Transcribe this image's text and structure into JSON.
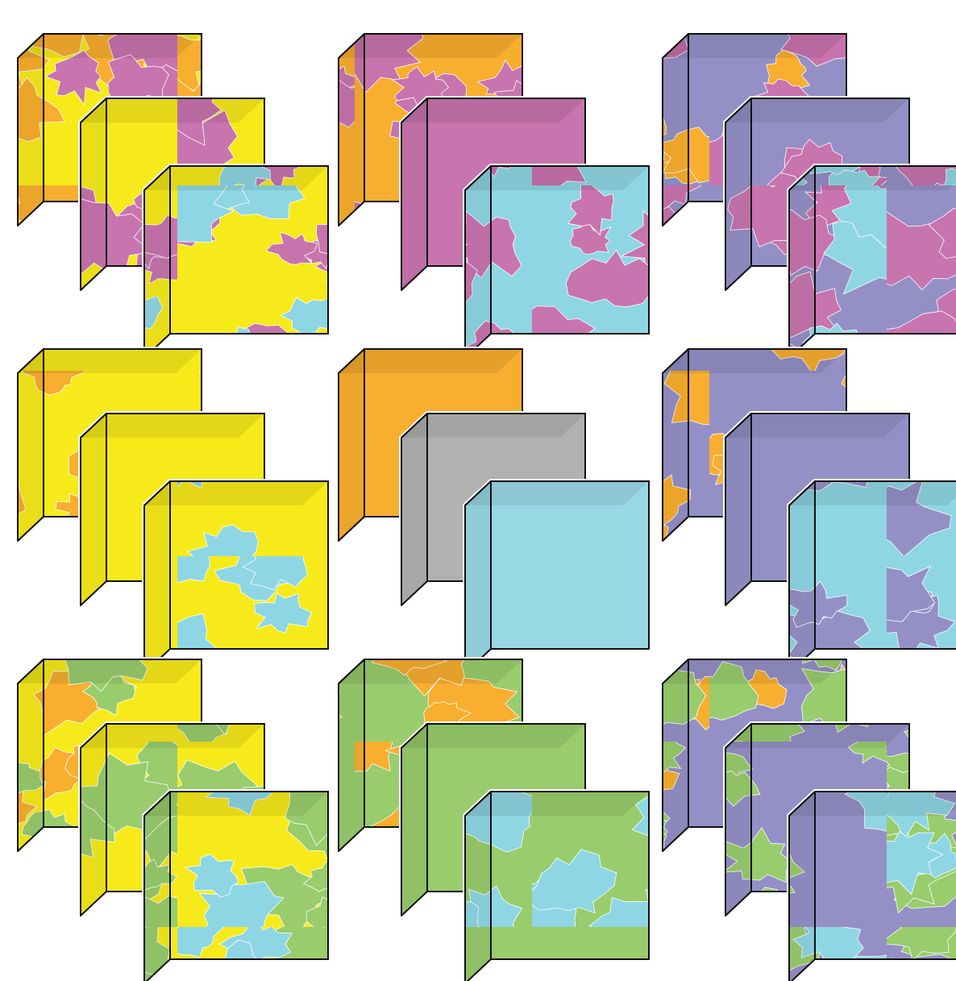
{
  "colors": {
    "yellow": "#F7EA1A",
    "orange": "#F8AE2E",
    "magenta": "#C874AE",
    "cyan": "#8ED6E3",
    "gray": "#B1B1B1",
    "purple": "#9490C6",
    "green": "#98CC6C",
    "cyan_solid": "#98D8E5",
    "outline": "#111111"
  },
  "groups": [
    {
      "name": "yellow-orange-magenta-cyan-group",
      "row": 0,
      "col": 0,
      "cubes": [
        {
          "pattern": true,
          "colors": [
            "yellow",
            "orange",
            "magenta"
          ]
        },
        {
          "pattern": true,
          "colors": [
            "yellow",
            "magenta"
          ]
        },
        {
          "pattern": true,
          "colors": [
            "yellow",
            "magenta",
            "cyan"
          ]
        }
      ]
    },
    {
      "name": "magenta-orange-cyan-group",
      "row": 0,
      "col": 1,
      "cubes": [
        {
          "pattern": true,
          "colors": [
            "orange",
            "magenta"
          ]
        },
        {
          "pattern": false,
          "colors": [
            "magenta"
          ]
        },
        {
          "pattern": true,
          "colors": [
            "cyan",
            "magenta"
          ]
        }
      ]
    },
    {
      "name": "purple-magenta-orange-cyan-group",
      "row": 0,
      "col": 2,
      "cubes": [
        {
          "pattern": true,
          "colors": [
            "purple",
            "orange",
            "magenta"
          ]
        },
        {
          "pattern": true,
          "colors": [
            "purple",
            "magenta"
          ]
        },
        {
          "pattern": true,
          "colors": [
            "purple",
            "magenta",
            "cyan"
          ]
        }
      ]
    },
    {
      "name": "yellow-orange-cyan-group",
      "row": 1,
      "col": 0,
      "cubes": [
        {
          "pattern": true,
          "colors": [
            "yellow",
            "orange"
          ]
        },
        {
          "pattern": false,
          "colors": [
            "yellow"
          ]
        },
        {
          "pattern": true,
          "colors": [
            "yellow",
            "cyan"
          ]
        }
      ]
    },
    {
      "name": "solid-orange-gray-cyan-group",
      "row": 1,
      "col": 1,
      "cubes": [
        {
          "pattern": false,
          "colors": [
            "orange"
          ]
        },
        {
          "pattern": false,
          "colors": [
            "gray"
          ]
        },
        {
          "pattern": false,
          "colors": [
            "cyan_solid"
          ]
        }
      ]
    },
    {
      "name": "purple-orange-cyan-group",
      "row": 1,
      "col": 2,
      "cubes": [
        {
          "pattern": true,
          "colors": [
            "purple",
            "orange"
          ]
        },
        {
          "pattern": false,
          "colors": [
            "purple"
          ]
        },
        {
          "pattern": true,
          "colors": [
            "cyan",
            "purple"
          ]
        }
      ]
    },
    {
      "name": "yellow-green-orange-cyan-group",
      "row": 2,
      "col": 0,
      "cubes": [
        {
          "pattern": true,
          "colors": [
            "yellow",
            "orange",
            "green"
          ]
        },
        {
          "pattern": true,
          "colors": [
            "yellow",
            "green"
          ]
        },
        {
          "pattern": true,
          "colors": [
            "yellow",
            "green",
            "cyan"
          ]
        }
      ]
    },
    {
      "name": "green-orange-cyan-group",
      "row": 2,
      "col": 1,
      "cubes": [
        {
          "pattern": true,
          "colors": [
            "green",
            "orange"
          ]
        },
        {
          "pattern": false,
          "colors": [
            "green"
          ]
        },
        {
          "pattern": true,
          "colors": [
            "green",
            "cyan"
          ]
        }
      ]
    },
    {
      "name": "purple-green-orange-cyan-group",
      "row": 2,
      "col": 2,
      "cubes": [
        {
          "pattern": true,
          "colors": [
            "purple",
            "orange",
            "green"
          ]
        },
        {
          "pattern": true,
          "colors": [
            "purple",
            "green"
          ]
        },
        {
          "pattern": true,
          "colors": [
            "purple",
            "green",
            "cyan"
          ]
        }
      ]
    }
  ]
}
